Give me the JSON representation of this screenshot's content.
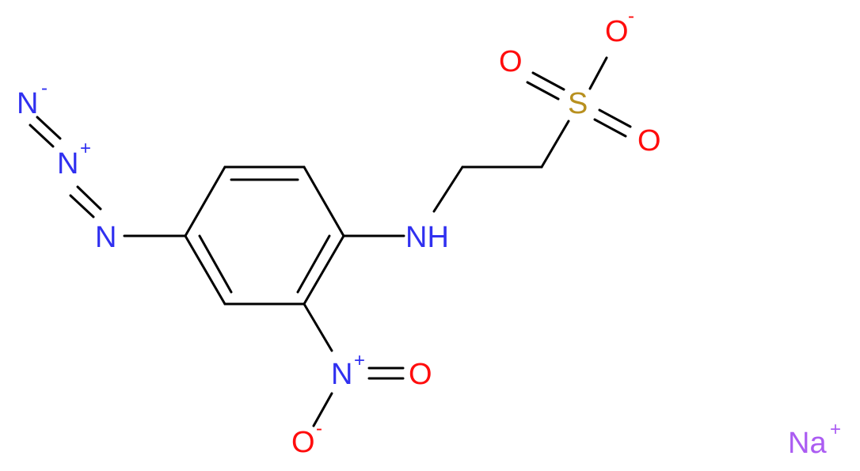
{
  "colors": {
    "bond": "#000000",
    "nitrogen": "#3030f0",
    "oxygen": "#ff0d0d",
    "sulfur": "#b8901f",
    "sodium": "#ab5cf2"
  },
  "atoms": {
    "azide_n_terminal": "N",
    "azide_n_terminal_charge": "-",
    "azide_n_middle": "N",
    "azide_n_middle_charge": "+",
    "azide_n_attached": "N",
    "amine": "NH",
    "nitro_n": "N",
    "nitro_n_charge": "+",
    "nitro_o_double": "O",
    "nitro_o_single": "O",
    "nitro_o_single_charge": "-",
    "sulfur": "S",
    "sulfonate_o_top_left": "O",
    "sulfonate_o_top_right": "O",
    "sulfonate_o_top_right_charge": "-",
    "sulfonate_o_bottom_right": "O",
    "counter_ion": "Na",
    "counter_ion_charge": "+"
  }
}
